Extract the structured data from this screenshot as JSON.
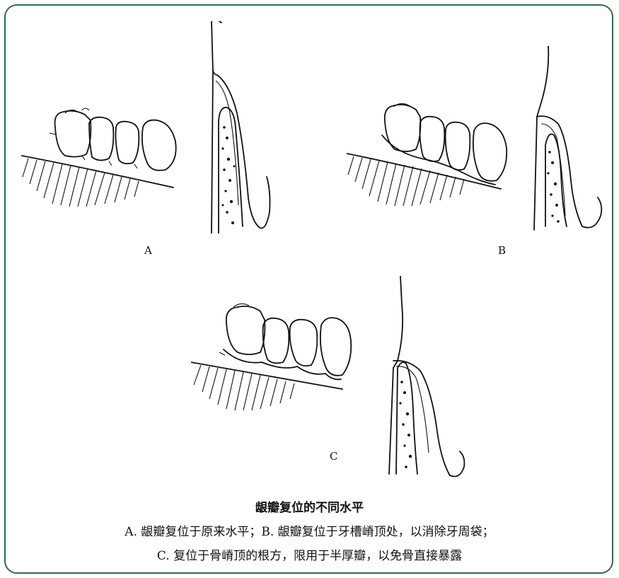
{
  "panels": [
    {
      "label": "A"
    },
    {
      "label": "B"
    },
    {
      "label": "C"
    }
  ],
  "caption": {
    "title": "龈瓣复位的不同水平",
    "line1": "A. 龈瓣复位于原来水平；B. 龈瓣复位于牙槽嵴顶处，以消除牙周袋；",
    "line2": "C. 复位于骨嵴顶的根方，限用于半厚瓣，以免骨直接暴露"
  },
  "colors": {
    "frame": "#2f6b4a",
    "ink": "#111111"
  }
}
